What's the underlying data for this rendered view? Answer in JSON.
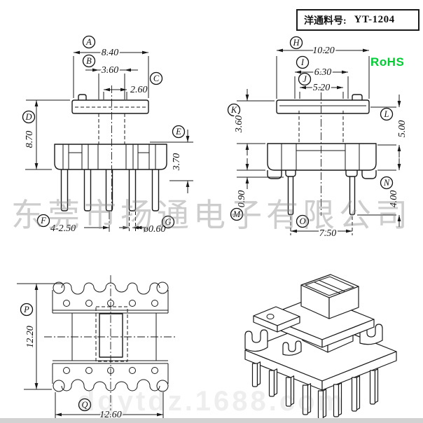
{
  "header": {
    "label": "洋通料号:",
    "part_no": "YT-1204"
  },
  "badges": {
    "rohs": "RoHS"
  },
  "watermarks": {
    "center": "东莞市扬通电子有限公司",
    "bottom": "dgytdz.1688.com"
  },
  "colors": {
    "rohs_green": "#00cc33",
    "line_black": "#1a1a1a",
    "watermark_gray": "#c4c4c4"
  },
  "drawing": {
    "front": {
      "dims": [
        {
          "letter": "A",
          "value": "8.40"
        },
        {
          "letter": "B",
          "value": "3.60"
        },
        {
          "letter": "C",
          "value": "2.60"
        },
        {
          "letter": "D",
          "value": "8.70"
        },
        {
          "letter": "E",
          "value": "3.70"
        },
        {
          "letter": "F",
          "value": "4-2.50"
        },
        {
          "letter": "G",
          "value": "ø0.60"
        }
      ]
    },
    "side": {
      "dims": [
        {
          "letter": "H",
          "value": "10.20"
        },
        {
          "letter": "I",
          "value": "6.30"
        },
        {
          "letter": "J",
          "value": "5.20"
        },
        {
          "letter": "K",
          "value": "3.60"
        },
        {
          "letter": "L",
          "value": "5.00"
        },
        {
          "letter": "M",
          "value": "0.90"
        },
        {
          "letter": "N",
          "value": "4.00"
        },
        {
          "letter": "O",
          "value": "7.50"
        }
      ]
    },
    "top": {
      "dims": [
        {
          "letter": "P",
          "value": "12.20"
        },
        {
          "letter": "Q",
          "value": "12.60"
        }
      ]
    }
  }
}
